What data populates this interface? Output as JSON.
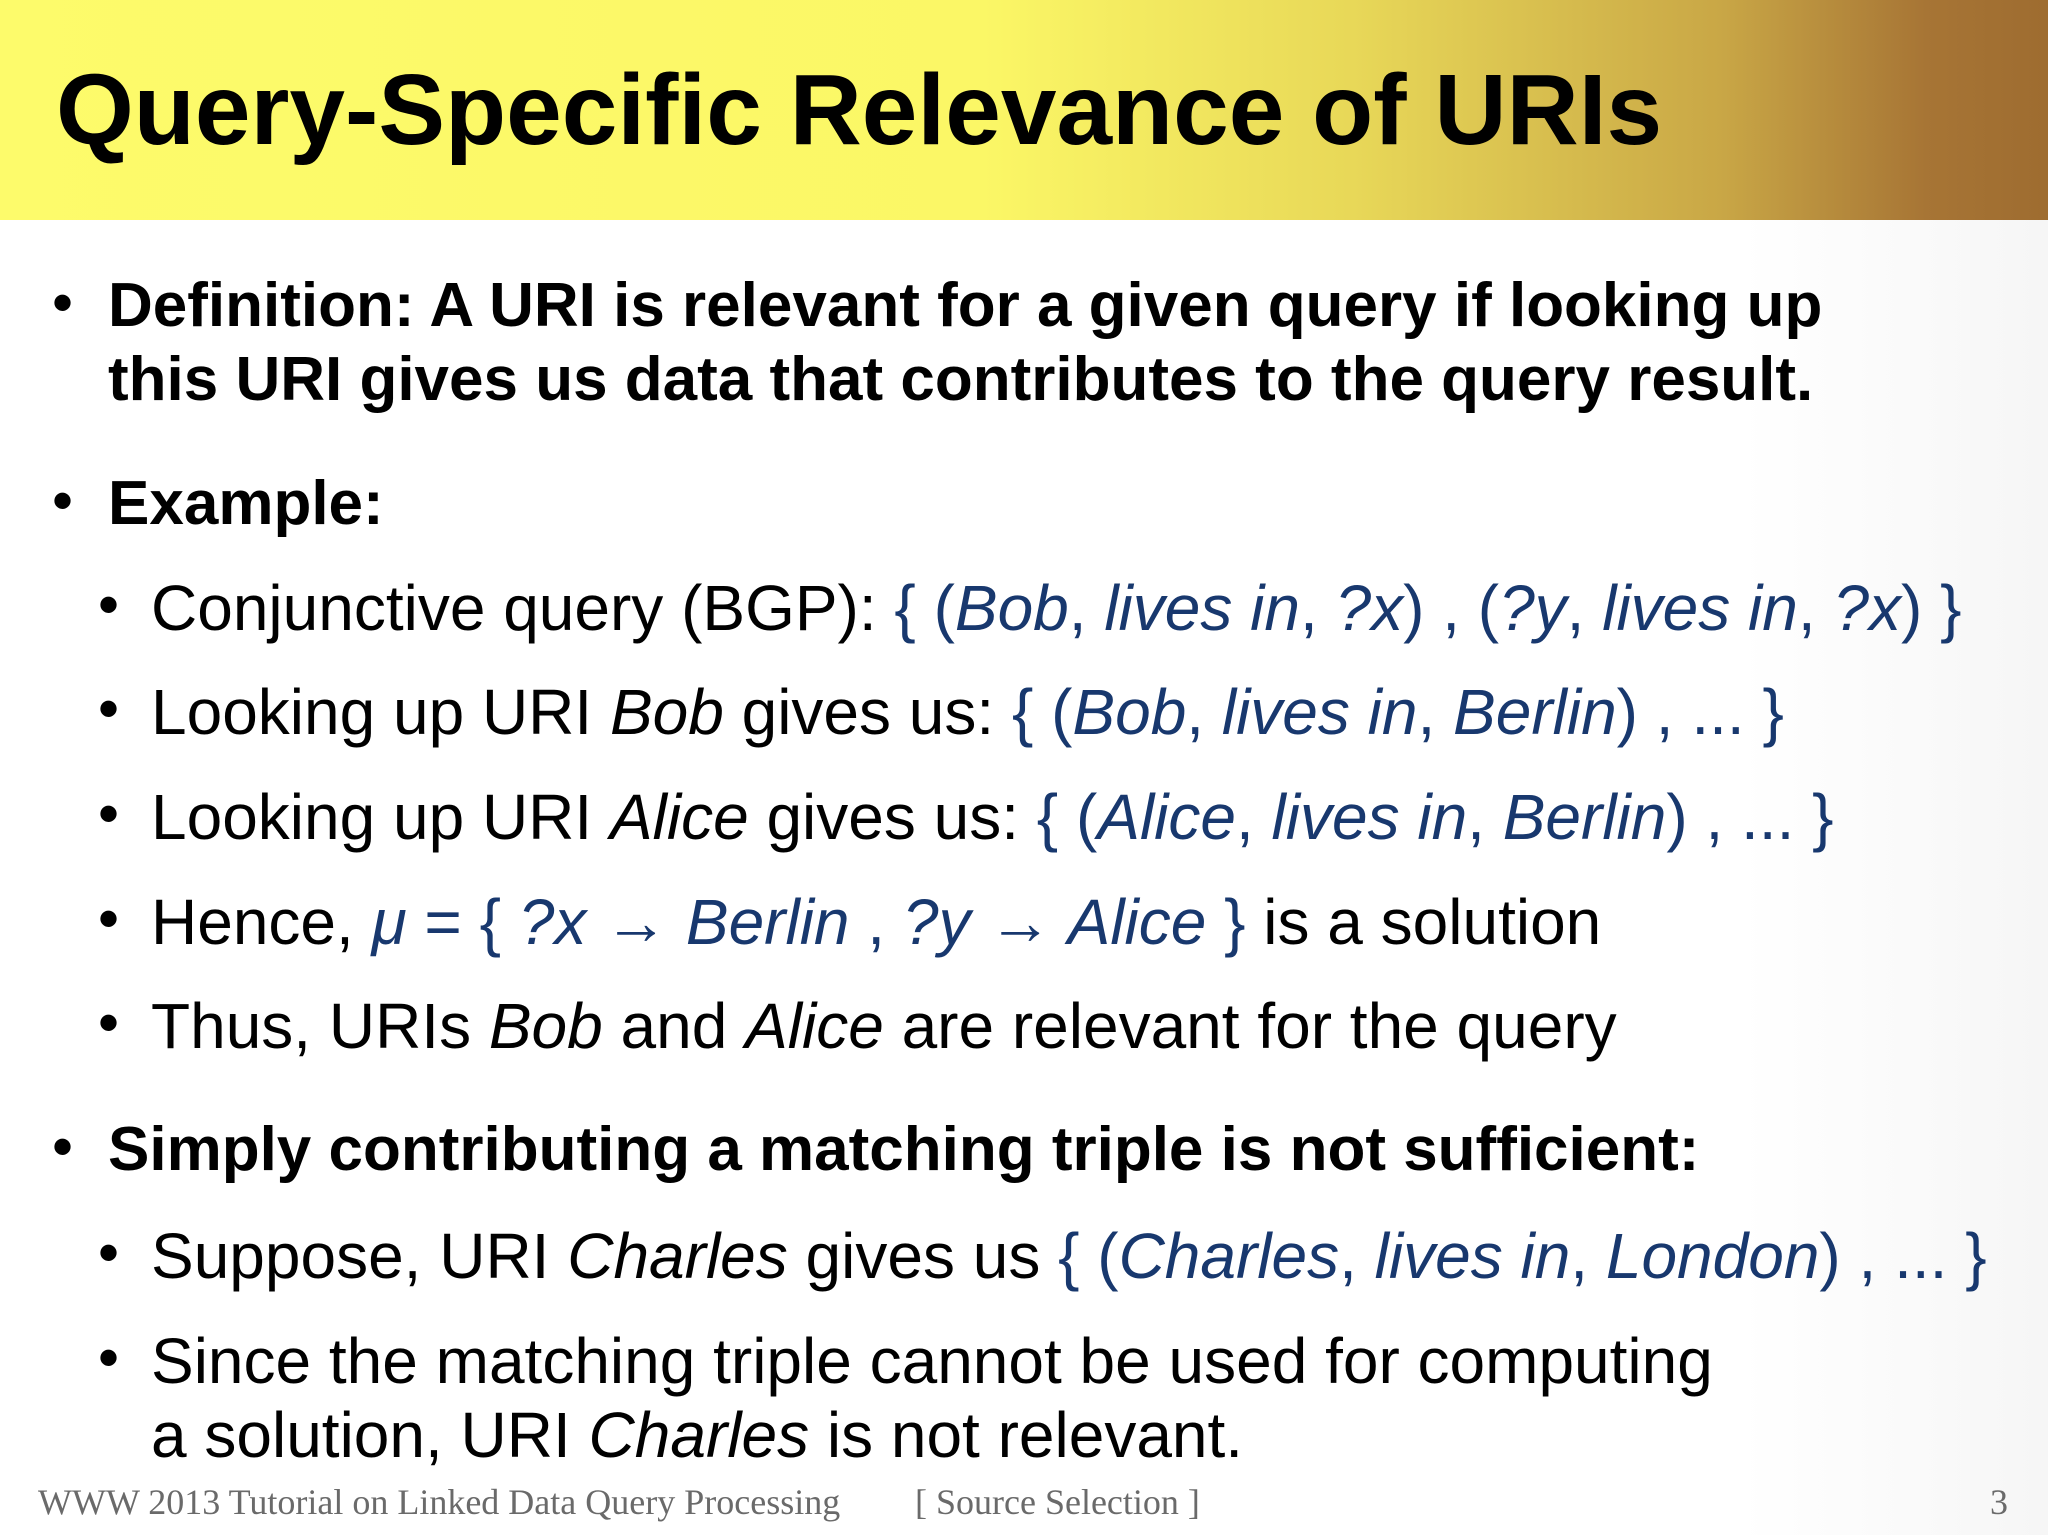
{
  "slide": {
    "title": "Query-Specific Relevance of URIs"
  },
  "bullets": {
    "definition": {
      "line1": "Definition: A URI is relevant for a given query if looking up",
      "line2": "this URI gives us data that contributes to the query result."
    },
    "example": {
      "label": "Example:",
      "bgp": {
        "prefix": "Conjunctive query (BGP): ",
        "open": "{ (",
        "t1a": "Bob",
        "c1": ", ",
        "t1b": "lives in",
        "c2": ", ",
        "t1c": "?x",
        "mid": ") , (",
        "t2a": "?y",
        "c3": ", ",
        "t2b": "lives in",
        "c4": ", ",
        "t2c": "?x",
        "close": ") }"
      },
      "bob": {
        "prefix": "Looking up URI ",
        "uri": "Bob",
        "suffix": " gives us: ",
        "open": "{ (",
        "a": "Bob",
        "c1": ", ",
        "b": "lives in",
        "c2": ", ",
        "c": "Berlin",
        "close": ") , ... }"
      },
      "alice": {
        "prefix": "Looking up URI ",
        "uri": "Alice",
        "suffix": " gives us: ",
        "open": "{ (",
        "a": "Alice",
        "c1": ", ",
        "b": "lives in",
        "c2": ", ",
        "c": "Berlin",
        "close": ") , ... }"
      },
      "hence": {
        "prefix": "Hence, ",
        "mu": "μ",
        "eq": " = { ",
        "m1": "?x → Berlin",
        "sep": " , ",
        "m2": "?y → Alice",
        "close": " }",
        "suffix": " is a solution"
      },
      "thus": {
        "prefix": "Thus, URIs ",
        "u1": "Bob",
        "mid": " and ",
        "u2": "Alice",
        "suffix": " are relevant for the query"
      }
    },
    "insufficient": {
      "label": "Simply contributing a matching triple is not sufficient:",
      "suppose": {
        "prefix": "Suppose, URI ",
        "uri": "Charles",
        "suffix": " gives us ",
        "open": "{ (",
        "a": "Charles",
        "c1": ", ",
        "b": "lives in",
        "c2": ", ",
        "c": "London",
        "close": ") , ... }"
      },
      "since": {
        "line1": "Since the matching triple cannot be used for computing",
        "line2_prefix": "a solution, URI ",
        "line2_uri": "Charles",
        "line2_suffix": " is not relevant."
      }
    }
  },
  "footer": {
    "left": "WWW 2013 Tutorial on Linked Data Query Processing",
    "center": "[ Source Selection ]",
    "page": "3"
  },
  "bullet_char": "•"
}
